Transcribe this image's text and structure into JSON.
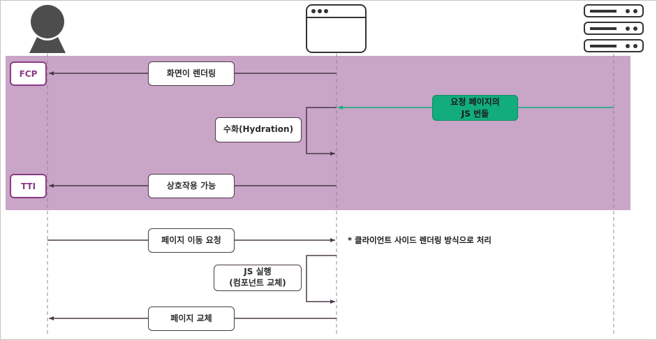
{
  "colors": {
    "band": "#c9a5c7",
    "state_border": "#8b3a85",
    "hydration_arrow": "#12ac7d",
    "line": "#4a3a49"
  },
  "actors": [
    {
      "icon": "user-icon"
    },
    {
      "icon": "browser-icon"
    },
    {
      "icon": "server-icon"
    }
  ],
  "states": {
    "fcp": "FCP",
    "tti": "TTI"
  },
  "messages": {
    "render": "화면이 렌더링",
    "js_bundle": "요청 페이지의\nJS 번들",
    "hydration": "수화(Hydration)",
    "interactive": "상호작용 가능",
    "navigate": "페이지 이동 요청",
    "js_run": "JS 실행\n(컴포넌트 교체)",
    "replace": "페이지 교체"
  },
  "note": "* 클라이언트 사이드 렌더링 방식으로 처리"
}
